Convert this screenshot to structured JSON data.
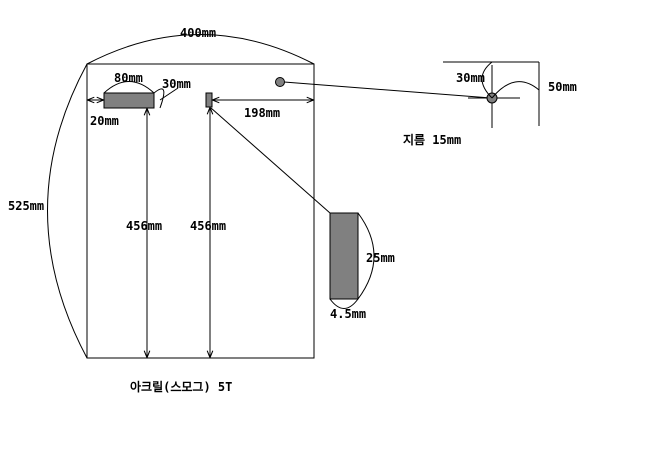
{
  "dimensions": {
    "top_width": "400mm",
    "left_height": "525mm",
    "slot_width": "80mm",
    "slot_height": "30mm",
    "slot_left_offset": "20mm",
    "slot_vertical": "456mm",
    "mark_vertical": "456mm",
    "mark_right_offset": "198mm",
    "rect_height": "25mm",
    "rect_width": "4.5mm",
    "detail_left": "30mm",
    "detail_right": "50mm"
  },
  "hole_label": "지름 15mm",
  "material_label": "아크릴(스모그) 5T"
}
